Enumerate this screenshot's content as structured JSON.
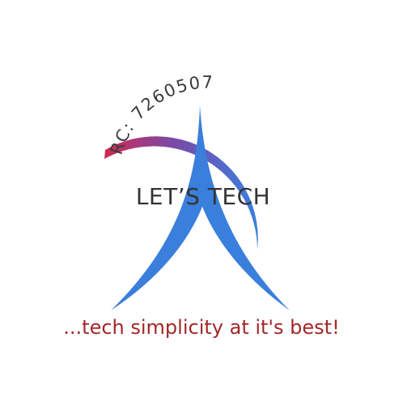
{
  "logo": {
    "registration": "RC: 7260507",
    "brand_name": "LET’S TECH",
    "tagline": "...tech simplicity at it's best!",
    "arc_icon": "tower-arc-icon",
    "colors": {
      "gradient_start": "#d02a52",
      "gradient_mid": "#7a4aa8",
      "gradient_end": "#3a7fe0",
      "tower_blue": "#3b7fdc",
      "brand_text": "#333333",
      "tagline_red": "#a32727"
    }
  }
}
